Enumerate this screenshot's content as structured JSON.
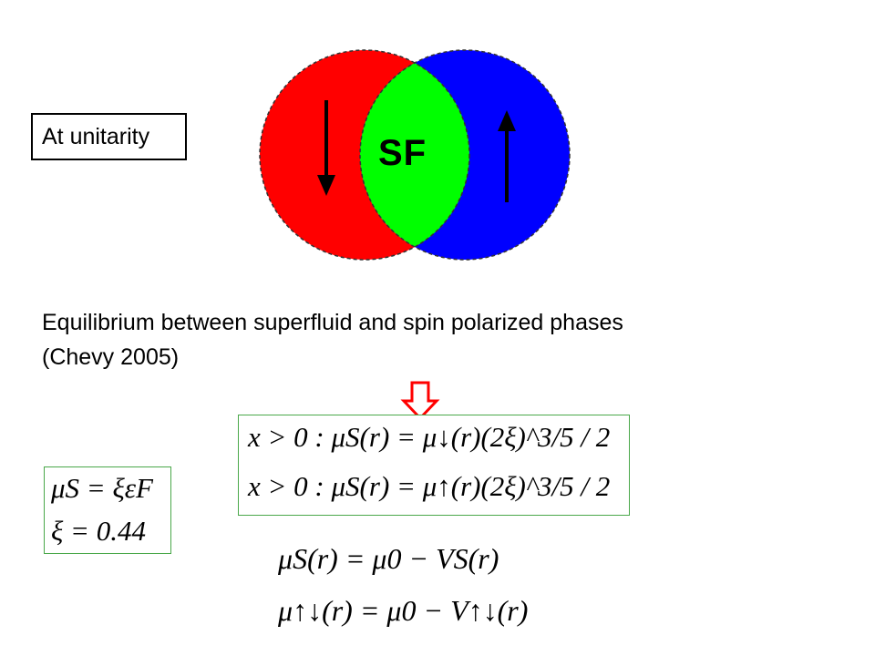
{
  "slide": {
    "label_box": "At unitarity",
    "venn": {
      "center_label": "SF",
      "left_color": "#ff0000",
      "right_color": "#0000ff",
      "overlap_color": "#00ff00",
      "left_arrow": "down-arrow-icon",
      "right_arrow": "up-arrow-icon"
    },
    "equilibrium_line1": "Equilibrium between superfluid and spin polarized phases",
    "equilibrium_line2": "(Chevy 2005)",
    "implication_icon": "down-outline-arrow-icon",
    "equations": {
      "top_box": [
        "x > 0 :   μS(r) = μ↓(r)(2ξ)^3/5 / 2",
        "x > 0 :   μS(r) = μ↑(r)(2ξ)^3/5 / 2"
      ],
      "left_box": [
        "μS = ξεF",
        "ξ = 0.44"
      ],
      "bottom": [
        "μS(r) = μ0 − VS(r)",
        "μ↑↓(r) = μ0 − V↑↓(r)"
      ]
    }
  }
}
